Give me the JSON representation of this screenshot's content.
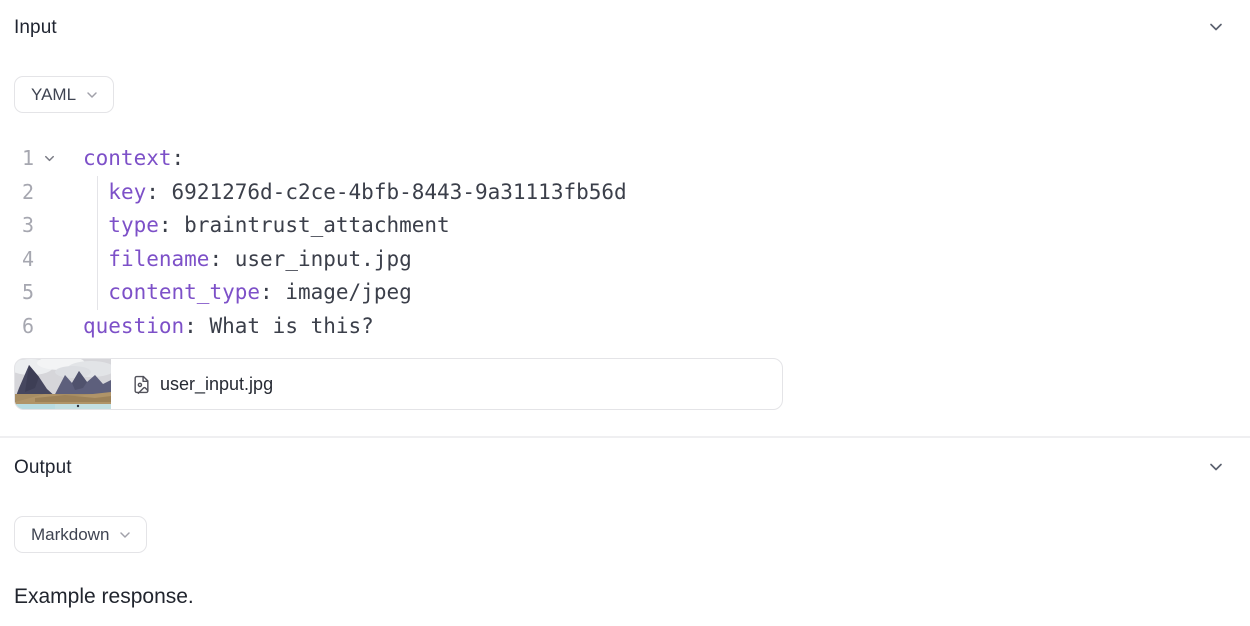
{
  "colors": {
    "yaml_key": "#7d50c8",
    "code_text": "#3b3f4a",
    "line_number": "#a6a7b0",
    "border": "#e4e4e7",
    "heading": "#1f2430"
  },
  "input_section": {
    "title": "Input",
    "collapse_icon": "chevron-down-icon",
    "format_selector": {
      "value": "YAML",
      "icon": "chevron-down-icon"
    },
    "editor": {
      "language": "yaml",
      "lines": [
        {
          "number": "1",
          "foldable": true,
          "guide": false,
          "tokens": [
            {
              "type": "key",
              "text": "context"
            },
            {
              "type": "punct",
              "text": ":"
            }
          ]
        },
        {
          "number": "2",
          "foldable": false,
          "guide": true,
          "tokens": [
            {
              "type": "plain",
              "text": "  "
            },
            {
              "type": "key",
              "text": "key"
            },
            {
              "type": "punct",
              "text": ":"
            },
            {
              "type": "plain",
              "text": " 6921276d-c2ce-4bfb-8443-9a31113fb56d"
            }
          ]
        },
        {
          "number": "3",
          "foldable": false,
          "guide": true,
          "tokens": [
            {
              "type": "plain",
              "text": "  "
            },
            {
              "type": "key",
              "text": "type"
            },
            {
              "type": "punct",
              "text": ":"
            },
            {
              "type": "plain",
              "text": " braintrust_attachment"
            }
          ]
        },
        {
          "number": "4",
          "foldable": false,
          "guide": true,
          "tokens": [
            {
              "type": "plain",
              "text": "  "
            },
            {
              "type": "key",
              "text": "filename"
            },
            {
              "type": "punct",
              "text": ":"
            },
            {
              "type": "plain",
              "text": " user_input.jpg"
            }
          ]
        },
        {
          "number": "5",
          "foldable": false,
          "guide": true,
          "tokens": [
            {
              "type": "plain",
              "text": "  "
            },
            {
              "type": "key",
              "text": "content_type"
            },
            {
              "type": "punct",
              "text": ":"
            },
            {
              "type": "plain",
              "text": " image/jpeg"
            }
          ]
        },
        {
          "number": "6",
          "foldable": false,
          "guide": false,
          "tokens": [
            {
              "type": "key",
              "text": "question"
            },
            {
              "type": "punct",
              "text": ":"
            },
            {
              "type": "plain",
              "text": " What is this?"
            }
          ]
        }
      ]
    },
    "attachment": {
      "filename": "user_input.jpg",
      "file_icon": "file-image-icon",
      "thumbnail_description": "mountain landscape with cloudy sky, brown foothills and teal lake"
    }
  },
  "output_section": {
    "title": "Output",
    "collapse_icon": "chevron-down-icon",
    "format_selector": {
      "value": "Markdown",
      "icon": "chevron-down-icon"
    },
    "response_text": "Example response."
  }
}
